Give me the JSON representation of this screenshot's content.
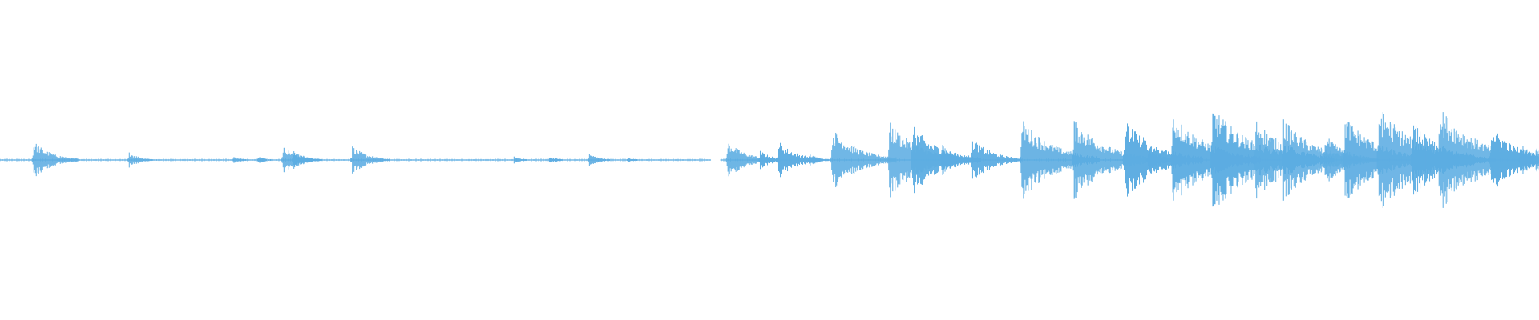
{
  "waveform": {
    "color": "#5dade2",
    "background": "#ffffff",
    "gap_start": 0.462,
    "gap_end": 0.468,
    "peaks": [
      {
        "pos": 0.022,
        "amp": 0.06
      },
      {
        "pos": 0.084,
        "amp": 0.025
      },
      {
        "pos": 0.152,
        "amp": 0.012
      },
      {
        "pos": 0.168,
        "amp": 0.012
      },
      {
        "pos": 0.184,
        "amp": 0.045
      },
      {
        "pos": 0.191,
        "amp": 0.03
      },
      {
        "pos": 0.229,
        "amp": 0.045
      },
      {
        "pos": 0.334,
        "amp": 0.012
      },
      {
        "pos": 0.357,
        "amp": 0.012
      },
      {
        "pos": 0.383,
        "amp": 0.02
      },
      {
        "pos": 0.408,
        "amp": 0.008
      },
      {
        "pos": 0.473,
        "amp": 0.06
      },
      {
        "pos": 0.494,
        "amp": 0.03
      },
      {
        "pos": 0.506,
        "amp": 0.06
      },
      {
        "pos": 0.526,
        "amp": 0.02
      },
      {
        "pos": 0.541,
        "amp": 0.1
      },
      {
        "pos": 0.578,
        "amp": 0.12
      },
      {
        "pos": 0.593,
        "amp": 0.11
      },
      {
        "pos": 0.612,
        "amp": 0.05
      },
      {
        "pos": 0.632,
        "amp": 0.07
      },
      {
        "pos": 0.664,
        "amp": 0.13
      },
      {
        "pos": 0.698,
        "amp": 0.13
      },
      {
        "pos": 0.731,
        "amp": 0.13
      },
      {
        "pos": 0.746,
        "amp": 0.04
      },
      {
        "pos": 0.762,
        "amp": 0.15
      },
      {
        "pos": 0.788,
        "amp": 0.17
      },
      {
        "pos": 0.816,
        "amp": 0.13
      },
      {
        "pos": 0.834,
        "amp": 0.13
      },
      {
        "pos": 0.861,
        "amp": 0.08
      },
      {
        "pos": 0.874,
        "amp": 0.14
      },
      {
        "pos": 0.896,
        "amp": 0.17
      },
      {
        "pos": 0.918,
        "amp": 0.12
      },
      {
        "pos": 0.935,
        "amp": 0.17
      },
      {
        "pos": 0.953,
        "amp": 0.03
      },
      {
        "pos": 0.969,
        "amp": 0.11
      },
      {
        "pos": 0.988,
        "amp": 0.05
      },
      {
        "pos": 0.998,
        "amp": 0.04
      }
    ]
  }
}
